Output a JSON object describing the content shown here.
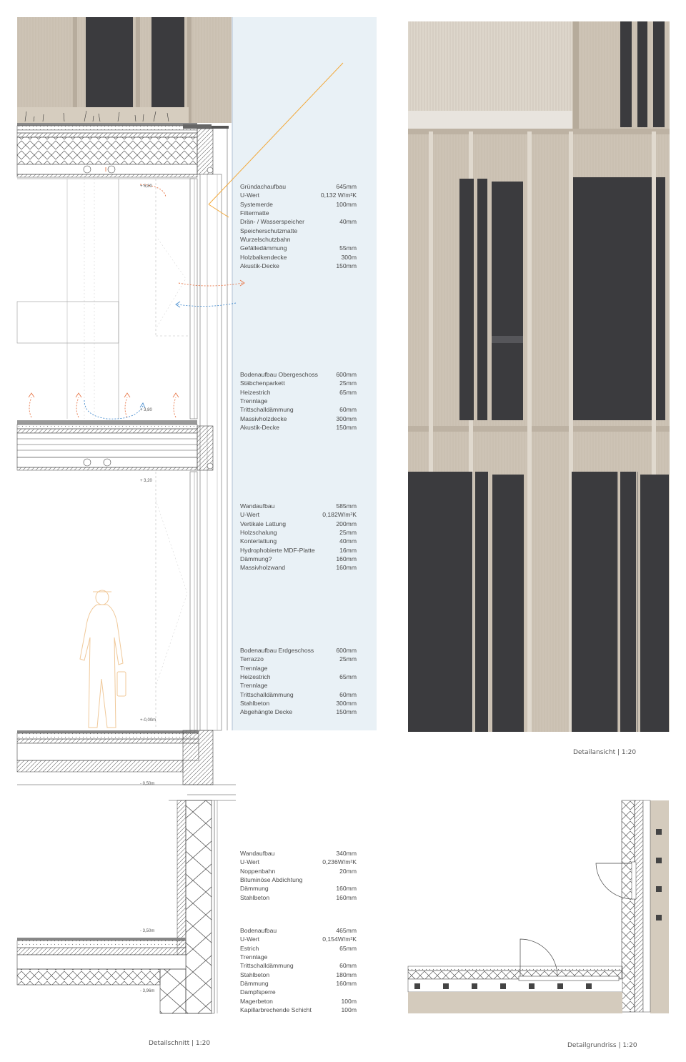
{
  "captions": {
    "section": "Detailschnitt | 1:20",
    "elevation": "Detailansicht | 1:20",
    "plan": "Detailgrundriss | 1:20"
  },
  "levels": [
    "+ 6,80",
    "+ 3,80",
    "+ 3,20",
    "+-0,00m",
    "- 0,50m",
    "- 3,50m",
    "- 3,96m"
  ],
  "specs": [
    {
      "id": "roof",
      "rows": [
        {
          "label": "Gründachaufbau",
          "value": "645mm"
        },
        {
          "label": "U-Wert",
          "value": "0,132 W/m²K"
        },
        {
          "label": "Systemerde",
          "value": "100mm"
        },
        {
          "label": "Filtermatte",
          "value": ""
        },
        {
          "label": "Drän- / Wasserspeicher",
          "value": "40mm"
        },
        {
          "label": "Speicherschutzmatte",
          "value": ""
        },
        {
          "label": "Wurzelschutzbahn",
          "value": ""
        },
        {
          "label": "Gefälledämmung",
          "value": "55mm"
        },
        {
          "label": "Holzbalkendecke",
          "value": "300m"
        },
        {
          "label": "Akustik-Decke",
          "value": "150mm"
        }
      ]
    },
    {
      "id": "floor-upper",
      "rows": [
        {
          "label": "Bodenaufbau Obergeschoss",
          "value": "600mm"
        },
        {
          "label": "Stäbchenparkett",
          "value": "25mm"
        },
        {
          "label": "Heizestrich",
          "value": "65mm"
        },
        {
          "label": "Trennlage",
          "value": ""
        },
        {
          "label": "Trittschalldämmung",
          "value": "60mm"
        },
        {
          "label": "Massivholzdecke",
          "value": "300mm"
        },
        {
          "label": "Akustik-Decke",
          "value": "150mm"
        }
      ]
    },
    {
      "id": "wall",
      "rows": [
        {
          "label": "Wandaufbau",
          "value": "585mm"
        },
        {
          "label": "U-Wert",
          "value": "0,182W/m²K"
        },
        {
          "label": "Vertikale Lattung",
          "value": "200mm"
        },
        {
          "label": "Holzschalung",
          "value": "25mm"
        },
        {
          "label": "Konterlattung",
          "value": "40mm"
        },
        {
          "label": "Hydrophobierte MDF-Platte",
          "value": "16mm"
        },
        {
          "label": "Dämmung?",
          "value": "160mm"
        },
        {
          "label": "Massivholzwand",
          "value": "160mm"
        }
      ]
    },
    {
      "id": "floor-ground",
      "rows": [
        {
          "label": "Bodenaufbau Erdgeschoss",
          "value": "600mm"
        },
        {
          "label": "Terrazzo",
          "value": "25mm"
        },
        {
          "label": "Trennlage",
          "value": ""
        },
        {
          "label": "Heizestrich",
          "value": "65mm"
        },
        {
          "label": "Trennlage",
          "value": ""
        },
        {
          "label": "Trittschalldämmung",
          "value": "60mm"
        },
        {
          "label": "Stahlbeton",
          "value": "300mm"
        },
        {
          "label": "Abgehängte Decke",
          "value": "150mm"
        }
      ]
    },
    {
      "id": "basement-wall",
      "rows": [
        {
          "label": "Wandaufbau",
          "value": "340mm"
        },
        {
          "label": "U-Wert",
          "value": "0,236W/m²K"
        },
        {
          "label": "Noppenbahn",
          "value": "20mm"
        },
        {
          "label": "Bituminöse Abdichtung",
          "value": ""
        },
        {
          "label": "Dämmung",
          "value": "160mm"
        },
        {
          "label": "Stahlbeton",
          "value": "160mm"
        }
      ]
    },
    {
      "id": "basement-floor",
      "rows": [
        {
          "label": "Bodenaufbau",
          "value": "465mm"
        },
        {
          "label": "U-Wert",
          "value": "0,154W/m²K"
        },
        {
          "label": "Estrich",
          "value": "65mm"
        },
        {
          "label": "Trennlage",
          "value": ""
        },
        {
          "label": "Trittschalldämmung",
          "value": "60mm"
        },
        {
          "label": "Stahlbeton",
          "value": "180mm"
        },
        {
          "label": "Dämmung",
          "value": "160mm"
        },
        {
          "label": "Dampfsperre",
          "value": ""
        },
        {
          "label": "Magerbeton",
          "value": "100m"
        },
        {
          "label": "Kapillarbrechende Schicht",
          "value": "100m"
        }
      ]
    }
  ],
  "colors": {
    "wood": "#cdc3b5",
    "wood_light": "#ddd6cb",
    "glass_dark": "#3b3b3e",
    "sky": "#e9f1f6",
    "heat_arrow": "#e8784a",
    "cool_arrow": "#4a8fd0",
    "sun_ray": "#f2a93b",
    "figure": "#f0c99a"
  }
}
